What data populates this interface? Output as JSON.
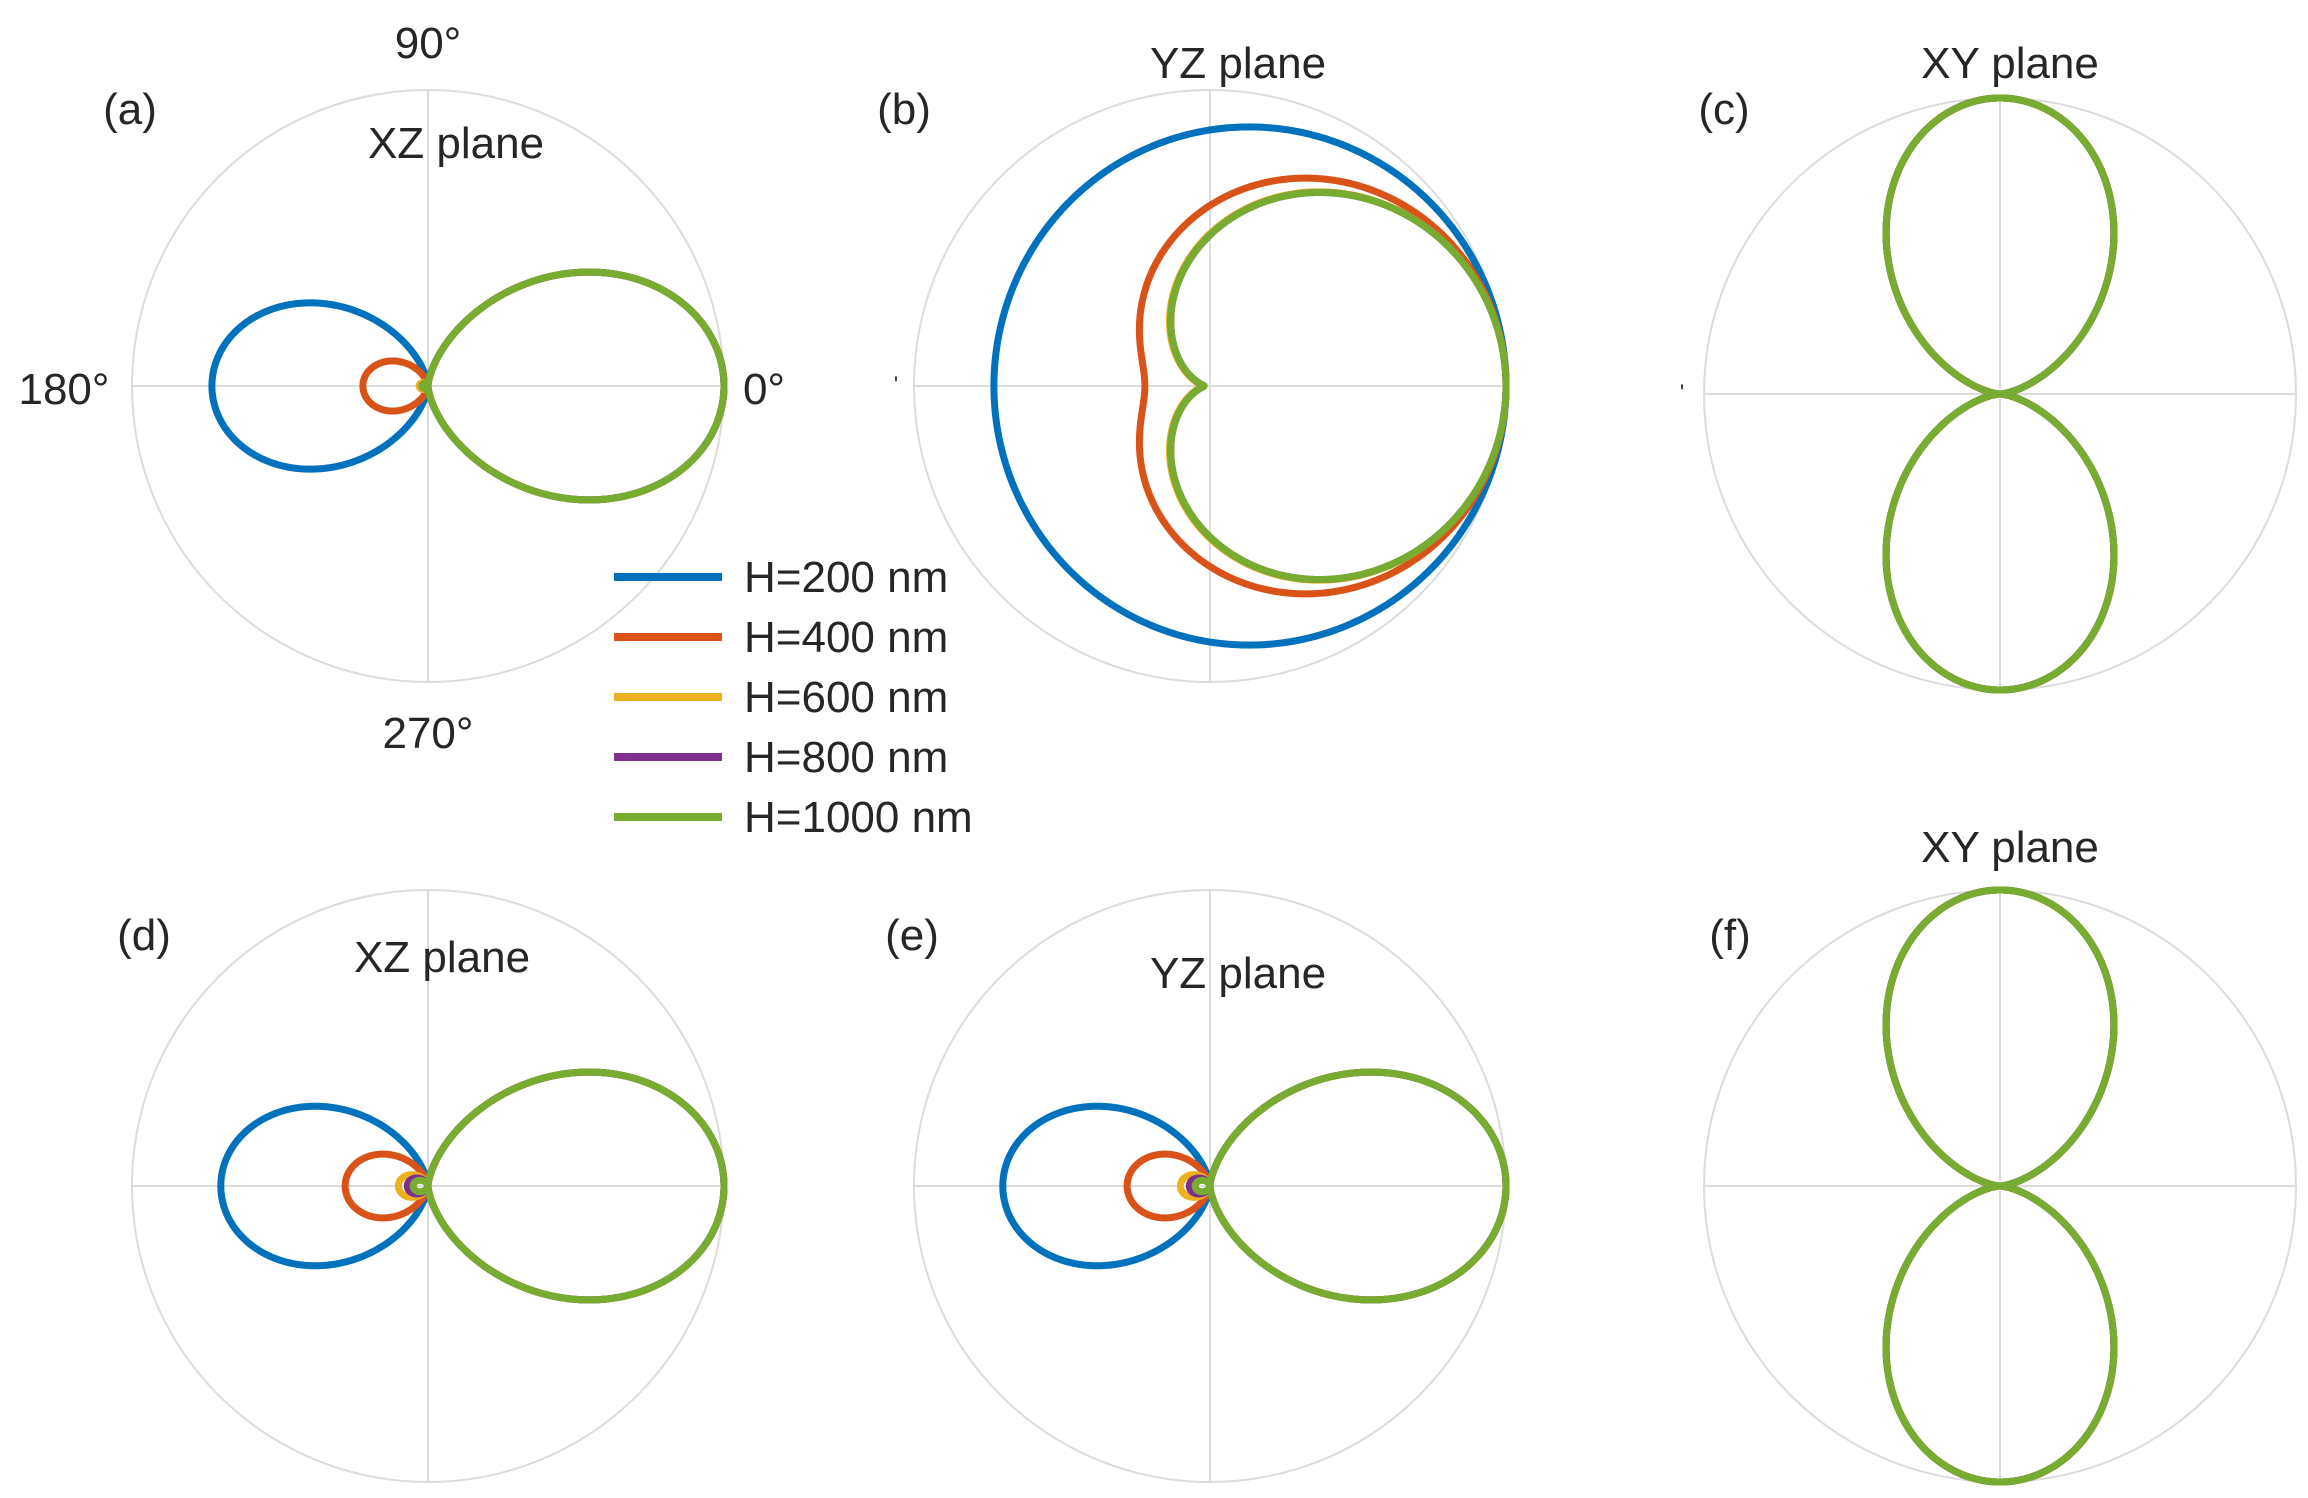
{
  "colors": {
    "grid": "#dcdcdc",
    "text": "#262626",
    "H=200 nm": "#0072bd",
    "H=400 nm": "#d95319",
    "H=600 nm": "#edb120",
    "H=800 nm": "#7e2f8e",
    "H=1000 nm": "#77ac30"
  },
  "angle_labels": {
    "deg90": "90°",
    "deg180": "180°",
    "deg0": "0°",
    "deg270": "270°"
  },
  "legend": {
    "entries": [
      "H=200 nm",
      "H=400 nm",
      "H=600 nm",
      "H=800 nm",
      "H=1000 nm"
    ]
  },
  "chart_data": [
    {
      "panel": "(a)",
      "type": "polar",
      "title": "XZ plane",
      "rlim": [
        0,
        1
      ],
      "grid": true,
      "series": [
        {
          "name": "H=200 nm",
          "shape": "dipole_lobes",
          "forward_peak": 1.0,
          "backward_peak": 0.73
        },
        {
          "name": "H=400 nm",
          "shape": "dipole_lobes",
          "forward_peak": 1.0,
          "backward_peak": 0.22
        },
        {
          "name": "H=600 nm",
          "shape": "dipole_lobes",
          "forward_peak": 1.0,
          "backward_peak": 0.03
        },
        {
          "name": "H=800 nm",
          "shape": "dipole_lobes",
          "forward_peak": 1.0,
          "backward_peak": 0.02
        },
        {
          "name": "H=1000 nm",
          "shape": "dipole_lobes",
          "forward_peak": 1.0,
          "backward_peak": 0.02
        }
      ]
    },
    {
      "panel": "(b)",
      "type": "polar",
      "title": "YZ plane",
      "rlim": [
        0,
        1
      ],
      "grid": true,
      "series": [
        {
          "name": "H=200 nm",
          "shape": "limacon",
          "forward_peak": 1.0,
          "backward_peak": 0.73
        },
        {
          "name": "H=400 nm",
          "shape": "limacon",
          "forward_peak": 1.0,
          "backward_peak": 0.22
        },
        {
          "name": "H=600 nm",
          "shape": "limacon",
          "forward_peak": 1.0,
          "backward_peak": 0.03
        },
        {
          "name": "H=800 nm",
          "shape": "limacon",
          "forward_peak": 1.0,
          "backward_peak": 0.02
        },
        {
          "name": "H=1000 nm",
          "shape": "limacon",
          "forward_peak": 1.0,
          "backward_peak": 0.02
        }
      ]
    },
    {
      "panel": "(c)",
      "type": "polar",
      "title": "XY plane",
      "rlim": [
        0,
        1
      ],
      "grid": true,
      "series": [
        {
          "name": "H=200 nm",
          "shape": "vertical_dipole",
          "peak": 1.0
        },
        {
          "name": "H=400 nm",
          "shape": "vertical_dipole",
          "peak": 1.0
        },
        {
          "name": "H=600 nm",
          "shape": "vertical_dipole",
          "peak": 1.0
        },
        {
          "name": "H=800 nm",
          "shape": "vertical_dipole",
          "peak": 1.0
        },
        {
          "name": "H=1000 nm",
          "shape": "vertical_dipole",
          "peak": 1.0
        }
      ]
    },
    {
      "panel": "(d)",
      "type": "polar",
      "title": "XZ plane",
      "rlim": [
        0,
        1
      ],
      "grid": true,
      "series": [
        {
          "name": "H=200 nm",
          "shape": "dipole_lobes",
          "forward_peak": 1.0,
          "backward_peak": 0.7
        },
        {
          "name": "H=400 nm",
          "shape": "dipole_lobes",
          "forward_peak": 1.0,
          "backward_peak": 0.28
        },
        {
          "name": "H=600 nm",
          "shape": "dipole_lobes",
          "forward_peak": 1.0,
          "backward_peak": 0.1
        },
        {
          "name": "H=800 nm",
          "shape": "dipole_lobes",
          "forward_peak": 1.0,
          "backward_peak": 0.07
        },
        {
          "name": "H=1000 nm",
          "shape": "dipole_lobes",
          "forward_peak": 1.0,
          "backward_peak": 0.05
        }
      ]
    },
    {
      "panel": "(e)",
      "type": "polar",
      "title": "YZ plane",
      "rlim": [
        0,
        1
      ],
      "grid": true,
      "series": [
        {
          "name": "H=200 nm",
          "shape": "dipole_lobes",
          "forward_peak": 1.0,
          "backward_peak": 0.7
        },
        {
          "name": "H=400 nm",
          "shape": "dipole_lobes",
          "forward_peak": 1.0,
          "backward_peak": 0.28
        },
        {
          "name": "H=600 nm",
          "shape": "dipole_lobes",
          "forward_peak": 1.0,
          "backward_peak": 0.1
        },
        {
          "name": "H=800 nm",
          "shape": "dipole_lobes",
          "forward_peak": 1.0,
          "backward_peak": 0.07
        },
        {
          "name": "H=1000 nm",
          "shape": "dipole_lobes",
          "forward_peak": 1.0,
          "backward_peak": 0.05
        }
      ]
    },
    {
      "panel": "(f)",
      "type": "polar",
      "title": "XY plane",
      "rlim": [
        0,
        1
      ],
      "grid": true,
      "series": [
        {
          "name": "H=200 nm",
          "shape": "vertical_dipole",
          "peak": 1.0
        },
        {
          "name": "H=400 nm",
          "shape": "vertical_dipole",
          "peak": 1.0
        },
        {
          "name": "H=600 nm",
          "shape": "vertical_dipole",
          "peak": 1.0
        },
        {
          "name": "H=800 nm",
          "shape": "vertical_dipole",
          "peak": 1.0
        },
        {
          "name": "H=1000 nm",
          "shape": "vertical_dipole",
          "peak": 1.0
        }
      ]
    }
  ]
}
